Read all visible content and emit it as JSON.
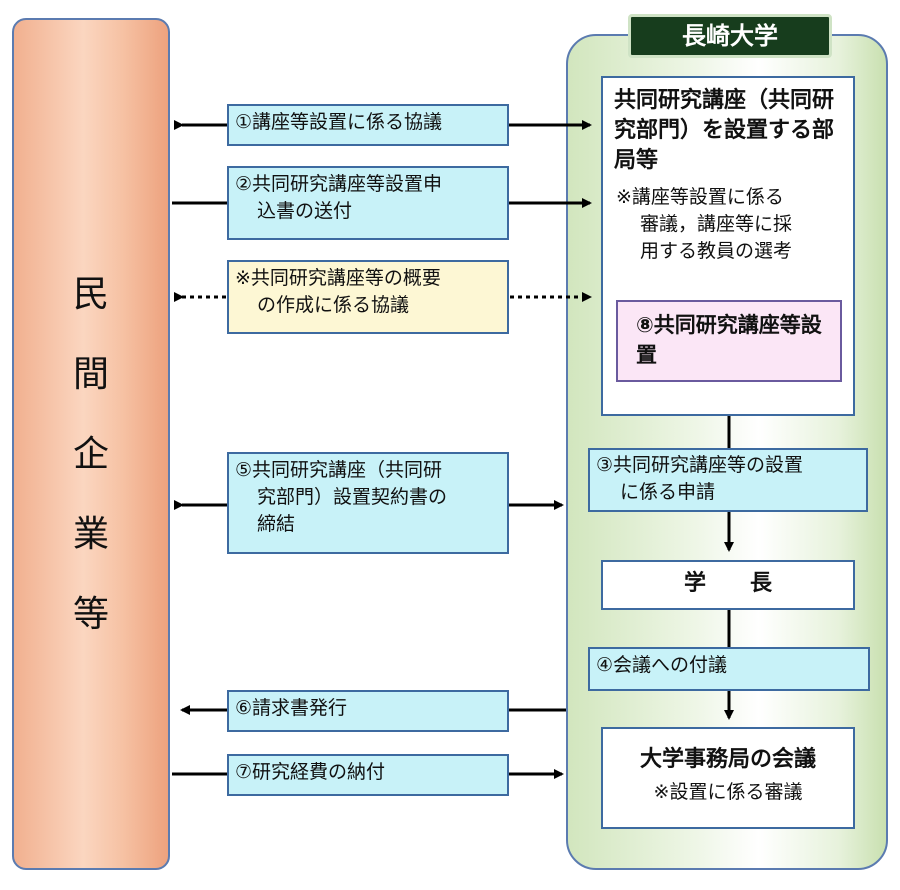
{
  "company": {
    "label_chars": [
      "民",
      "間",
      "企",
      "業",
      "等"
    ]
  },
  "university": {
    "title": "長崎大学",
    "department": {
      "title": "共同研究講座（共同研究部門）を設置する部局等",
      "note_lines": [
        "※講座等設置に係る",
        "審議，講座等に採",
        "用する教員の選考"
      ],
      "establish_label": "⑧共同研究講座等設置"
    },
    "president_label": "学　　長",
    "council": {
      "title": "大学事務局の会議",
      "note": "※設置に係る審議"
    }
  },
  "steps": {
    "s1": [
      "①講座等設置に係る協議"
    ],
    "s2": [
      "②共同研究講座等設置申",
      "込書の送付"
    ],
    "note": [
      "※共同研究講座等の概要",
      "の作成に係る協議"
    ],
    "s3": [
      "③共同研究講座等の設置",
      "に係る申請"
    ],
    "s4": [
      "④会議への付議"
    ],
    "s5": [
      "⑤共同研究講座（共同研",
      "究部門）設置契約書の",
      "締結"
    ],
    "s6": [
      "⑥請求書発行"
    ],
    "s7": [
      "⑦研究経費の納付"
    ]
  }
}
